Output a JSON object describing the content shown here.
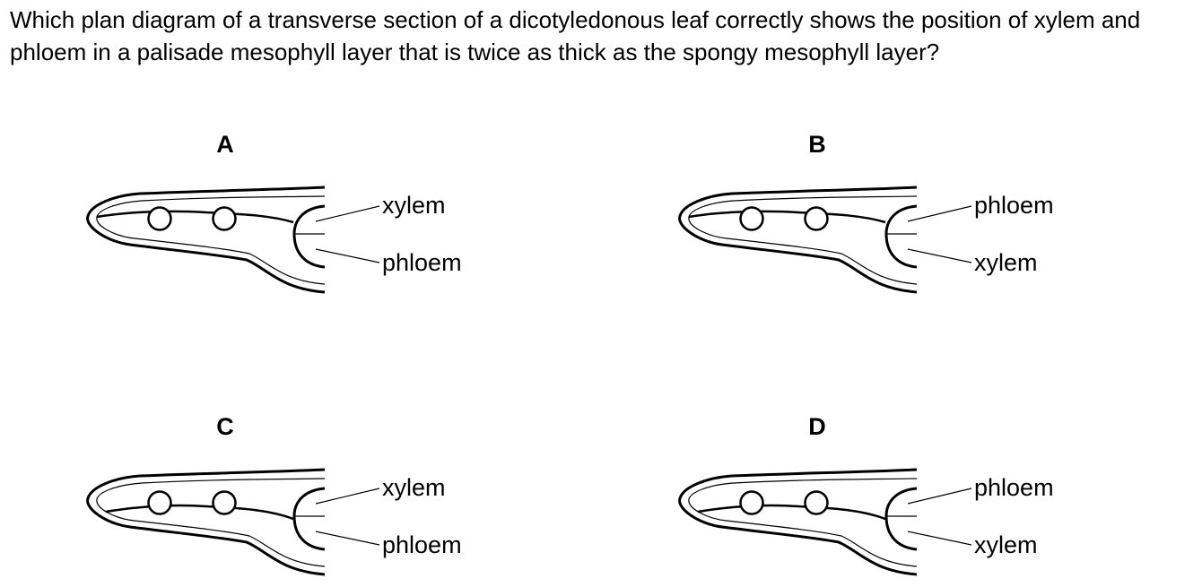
{
  "question": {
    "text": "Which plan diagram of a transverse section of a dicotyledonous leaf correctly shows the position of xylem and phloem in a palisade mesophyll layer that is twice as thick as the spongy mesophyll layer?"
  },
  "options": {
    "a": {
      "letter": "A",
      "upper_label": "xylem",
      "lower_label": "phloem"
    },
    "b": {
      "letter": "B",
      "upper_label": "phloem",
      "lower_label": "xylem"
    },
    "c": {
      "letter": "C",
      "upper_label": "xylem",
      "lower_label": "phloem"
    },
    "d": {
      "letter": "D",
      "upper_label": "phloem",
      "lower_label": "xylem"
    }
  }
}
